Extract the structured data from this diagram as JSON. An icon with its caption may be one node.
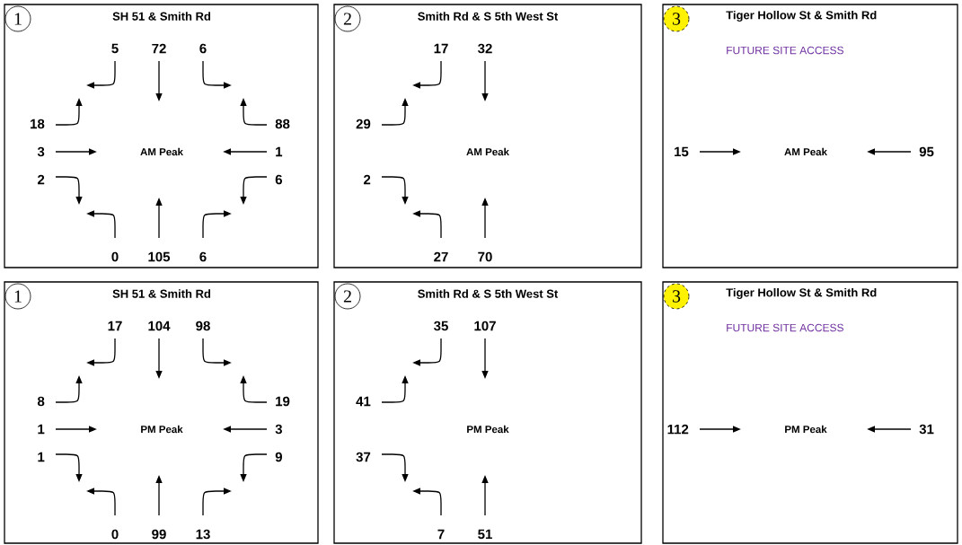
{
  "diagram": {
    "nodes": [
      {
        "text": [
          "SH 51 & Smith Rd",
          "5",
          "72",
          "6",
          "18",
          "88",
          "3",
          "AM Peak",
          "1",
          "2",
          "6",
          "0",
          "105",
          "6"
        ]
      },
      {
        "text": [
          "1"
        ],
        "in": 0
      },
      {
        "text": [
          "Smith Rd & S 5th West St",
          "17",
          "32",
          "29",
          "AM Peak",
          "2",
          "27",
          "70"
        ]
      },
      {
        "text": [
          "2"
        ],
        "in": 2
      },
      {
        "text": [
          "Tiger Hollow St & Smith Rd",
          "FUTURE SITE ACCESS",
          "15",
          "AM Peak",
          "95"
        ]
      },
      {
        "text": [
          "3"
        ],
        "in": 4
      },
      {
        "text": [
          "SH 51 & Smith Rd",
          "17",
          "104",
          "98",
          "8",
          "19",
          "1",
          "PM Peak",
          "3",
          "1",
          "9",
          "0",
          "99",
          "13"
        ]
      },
      {
        "text": [
          "1"
        ],
        "in": 6
      },
      {
        "text": [
          "Smith Rd & S 5th West St",
          "35",
          "107",
          "41",
          "PM Peak",
          "37",
          "7",
          "51"
        ]
      },
      {
        "text": [
          "2"
        ],
        "in": 8
      },
      {
        "text": [
          "Tiger Hollow St & Smith Rd",
          "FUTURE SITE ACCESS",
          "112",
          "PM Peak",
          "31"
        ]
      },
      {
        "text": [
          "3"
        ],
        "in": 10
      }
    ]
  }
}
